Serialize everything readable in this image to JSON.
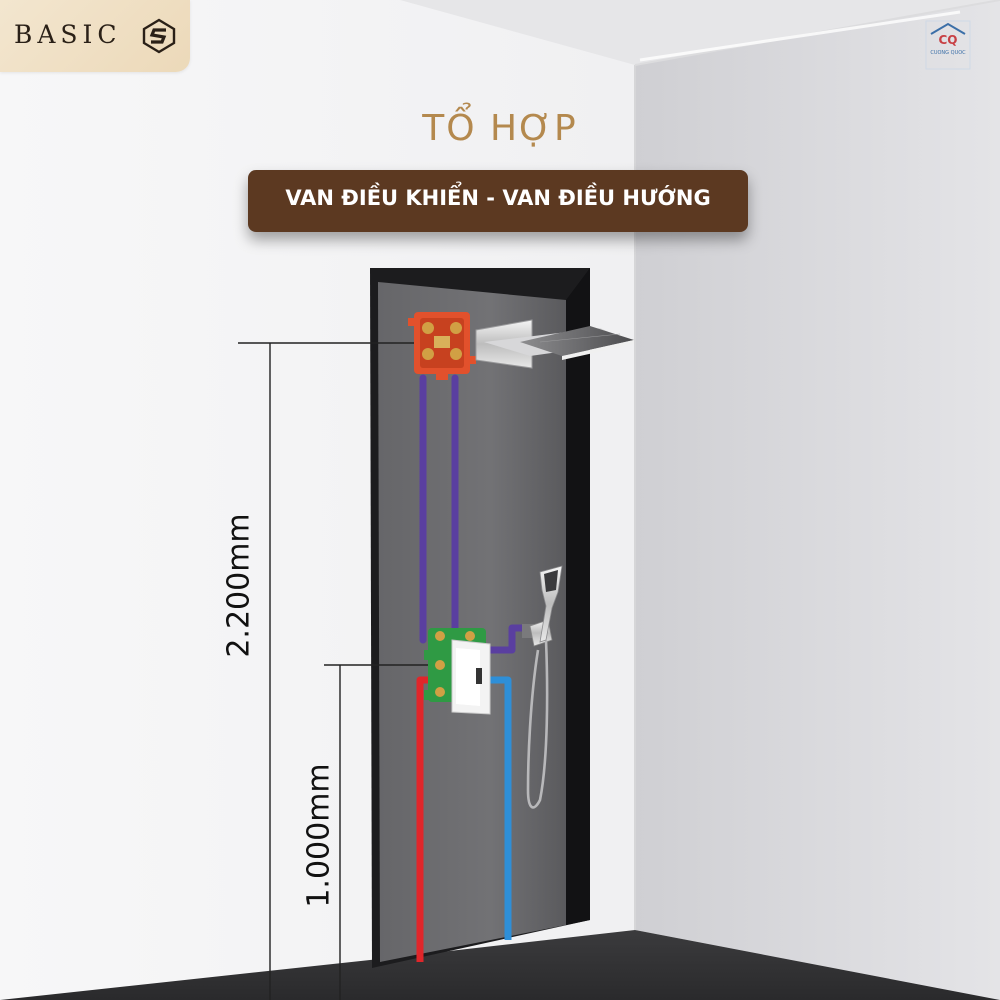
{
  "brand": {
    "name": "BASIC",
    "logo_icon": "s-monogram-icon"
  },
  "watermark": {
    "initials": "CQ",
    "caption": "CUONG QUOC",
    "icon": "house-roof-icon"
  },
  "heading": {
    "title": "TỔ HỢP",
    "banner": "VAN ĐIỀU KHIỂN - VAN ĐIỀU HƯỚNG"
  },
  "dimensions": {
    "upper": "2.200mm",
    "lower": "1.000mm"
  },
  "colors": {
    "banner": "#5c3921",
    "title": "#b4894e",
    "hot_pipe": "#e0262a",
    "cold_pipe": "#2e8fd8",
    "mix_pipe": "#5a3fa0",
    "upper_valve": "#e2512c",
    "lower_valve": "#2f9a44",
    "shower_niche": "#6d6d70"
  }
}
